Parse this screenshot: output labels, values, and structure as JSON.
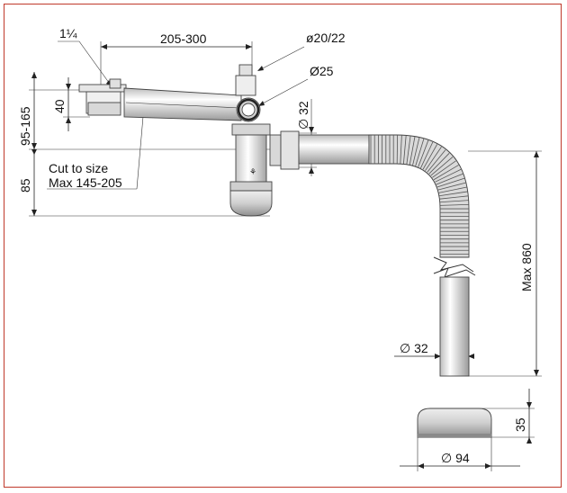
{
  "labels": {
    "thread": "1¼",
    "length_range": "205-300",
    "inlet_diameter": "ø20/22",
    "spigot_diameter": "Ø25",
    "height_range": "95-165",
    "inlet_height": "40",
    "outlet_diameter_top": "∅ 32",
    "cut_line1": "Cut to size",
    "cut_line2": "Max 145-205",
    "trap_height": "85",
    "max_length": "Max 860",
    "pipe_diameter": "∅ 32",
    "cap_height": "35",
    "cap_diameter": "∅ 94"
  },
  "colors": {
    "frame": "#c0392b",
    "line": "#222222",
    "part_light": "#f2f2f2",
    "part_mid": "#dcdcdc",
    "part_dark": "#a8a8a8"
  }
}
